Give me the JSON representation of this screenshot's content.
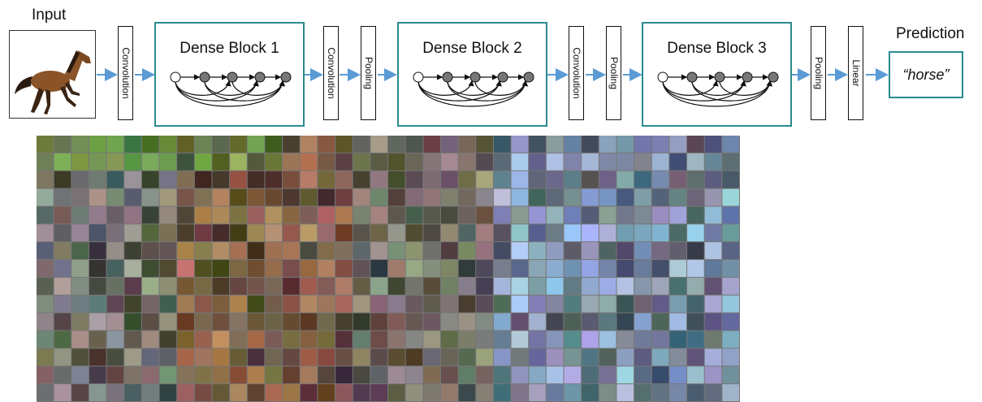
{
  "input": {
    "label": "Input",
    "image": "horse photo"
  },
  "layers": {
    "conv1": "Convolution",
    "conv2": "Convolution",
    "pool2": "Pooling",
    "conv3": "Convolution",
    "pool3": "Pooling",
    "pool4": "Pooling",
    "linear": "Linear"
  },
  "dense_blocks": [
    {
      "title": "Dense Block 1"
    },
    {
      "title": "Dense Block 2"
    },
    {
      "title": "Dense Block 3"
    }
  ],
  "prediction": {
    "label": "Prediction",
    "value": "“horse”"
  },
  "colors": {
    "block_border": "#2b8b8e",
    "arrow": "#5b9bd5",
    "node": "#777777"
  },
  "mosaic": {
    "description_hidden": true
  }
}
